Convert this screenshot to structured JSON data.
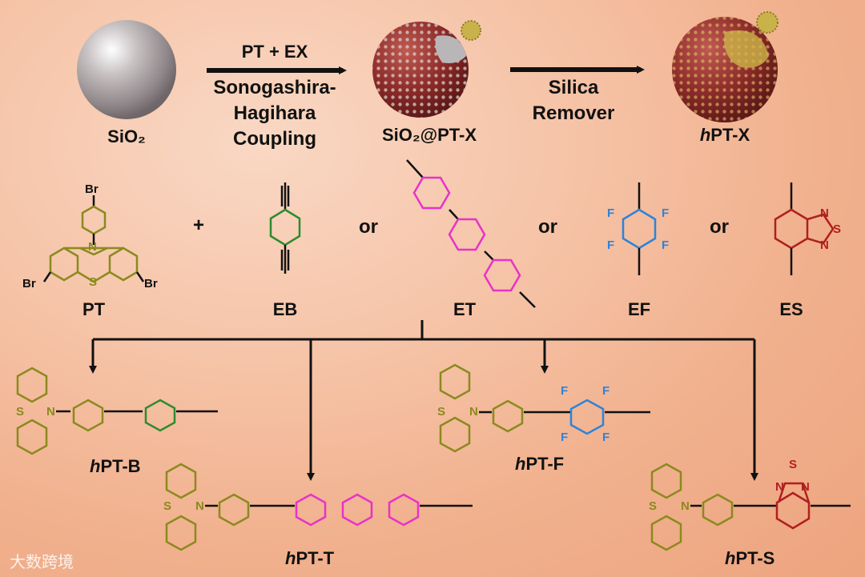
{
  "top": {
    "sio2": "SiO₂",
    "step1_line1": "PT + EX",
    "step1_line2": "Sonogashira-",
    "step1_line3": "Hagihara",
    "step1_line4": "Coupling",
    "sio2_pt": "SiO₂@PT-X",
    "step2_line1": "Silica",
    "step2_line2": "Remover",
    "hpt_italic": "h",
    "hpt_rest": "PT-X"
  },
  "monomers": {
    "pt": "PT",
    "plus": "+",
    "eb": "EB",
    "or": "or",
    "et": "ET",
    "ef": "EF",
    "es": "ES",
    "br": "Br",
    "s": "S",
    "n": "N",
    "f": "F"
  },
  "products": {
    "h": "h",
    "b": "PT-B",
    "t": "PT-T",
    "f": "PT-F",
    "s": "PT-S"
  },
  "watermark": "大数跨境",
  "colors": {
    "pt": "#8a8a1e",
    "eb": "#2e8b2e",
    "et": "#e832c8",
    "ef": "#2e83d8",
    "es": "#b01f1f"
  }
}
